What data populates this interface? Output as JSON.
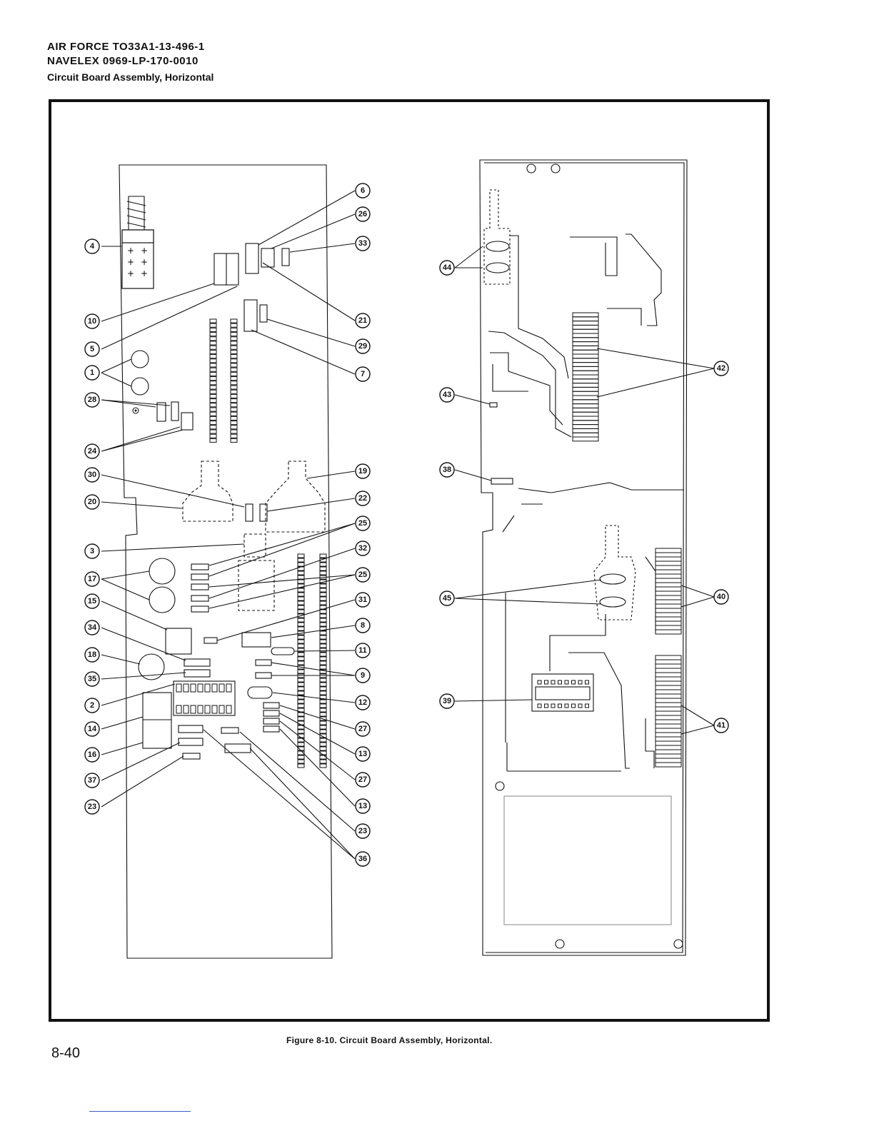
{
  "header": {
    "line1": "AIR FORCE  TO33A1-13-496-1",
    "line2": "NAVELEX  0969-LP-170-0010",
    "line3": "Circuit Board Assembly, Horizontal"
  },
  "caption": "Figure 8-10. Circuit Board Assembly, Horizontal.",
  "page_number": "8-40",
  "callouts": [
    {
      "id": "c6",
      "label": "6"
    },
    {
      "id": "c26",
      "label": "26"
    },
    {
      "id": "c33",
      "label": "33"
    },
    {
      "id": "c4",
      "label": "4"
    },
    {
      "id": "c21",
      "label": "21"
    },
    {
      "id": "c10",
      "label": "10"
    },
    {
      "id": "c29",
      "label": "29"
    },
    {
      "id": "c5",
      "label": "5"
    },
    {
      "id": "c7",
      "label": "7"
    },
    {
      "id": "c1",
      "label": "1"
    },
    {
      "id": "c28",
      "label": "28"
    },
    {
      "id": "c24",
      "label": "24"
    },
    {
      "id": "c30",
      "label": "30"
    },
    {
      "id": "c19",
      "label": "19"
    },
    {
      "id": "c20",
      "label": "20"
    },
    {
      "id": "c22",
      "label": "22"
    },
    {
      "id": "c25a",
      "label": "25"
    },
    {
      "id": "c3",
      "label": "3"
    },
    {
      "id": "c32",
      "label": "32"
    },
    {
      "id": "c17",
      "label": "17"
    },
    {
      "id": "c25b",
      "label": "25"
    },
    {
      "id": "c15",
      "label": "15"
    },
    {
      "id": "c31",
      "label": "31"
    },
    {
      "id": "c34",
      "label": "34"
    },
    {
      "id": "c8",
      "label": "8"
    },
    {
      "id": "c18",
      "label": "18"
    },
    {
      "id": "c11",
      "label": "11"
    },
    {
      "id": "c35",
      "label": "35"
    },
    {
      "id": "c9",
      "label": "9"
    },
    {
      "id": "c2",
      "label": "2"
    },
    {
      "id": "c12",
      "label": "12"
    },
    {
      "id": "c14",
      "label": "14"
    },
    {
      "id": "c27a",
      "label": "27"
    },
    {
      "id": "c16",
      "label": "16"
    },
    {
      "id": "c13a",
      "label": "13"
    },
    {
      "id": "c37",
      "label": "37"
    },
    {
      "id": "c27b",
      "label": "27"
    },
    {
      "id": "c23a",
      "label": "23"
    },
    {
      "id": "c13b",
      "label": "13"
    },
    {
      "id": "c23b",
      "label": "23"
    },
    {
      "id": "c36",
      "label": "36"
    },
    {
      "id": "c44",
      "label": "44"
    },
    {
      "id": "c42",
      "label": "42"
    },
    {
      "id": "c43",
      "label": "43"
    },
    {
      "id": "c38",
      "label": "38"
    },
    {
      "id": "c45",
      "label": "45"
    },
    {
      "id": "c40",
      "label": "40"
    },
    {
      "id": "c39",
      "label": "39"
    },
    {
      "id": "c41",
      "label": "41"
    }
  ]
}
